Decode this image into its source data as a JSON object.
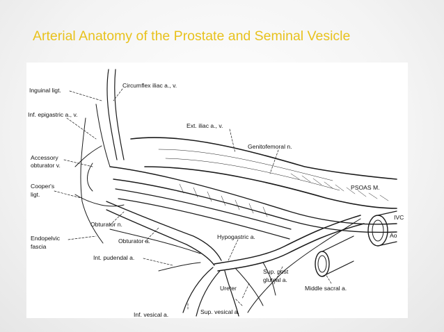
{
  "slide": {
    "title": "Arterial Anatomy of the Prostate and Seminal Vesicle"
  },
  "diagram": {
    "labels": {
      "inguinal_ligt": "Inguinal ligt.",
      "circumflex_iliac": "Circumflex iliac a., v.",
      "inf_epigastric": "Inf. epigastric a., v.",
      "ext_iliac": "Ext. iliac a., v.",
      "genitofemoral": "Genitofemoral n.",
      "accessory_obturator_1": "Accessory",
      "accessory_obturator_2": "obturator v.",
      "coopers_ligt_1": "Cooper's",
      "coopers_ligt_2": "ligt.",
      "psoas": "PSOAS M.",
      "ivc": "IVC",
      "ao": "Ao",
      "obturator_n": "Obturator n.",
      "endopelvic_1": "Endopelvic",
      "endopelvic_2": "fascia",
      "obturator_a": "Obturator a.",
      "hypogastric": "Hypogastric a.",
      "int_pudendal": "Int. pudendal a.",
      "sup_post_gluteal_1": "Sup. post",
      "sup_post_gluteal_2": "gluteal a.",
      "ureter": "Ureter",
      "middle_sacral": "Middle sacral a.",
      "inf_vesical": "Inf. vesical a.",
      "sup_vesical": "Sup. vesical a."
    }
  }
}
